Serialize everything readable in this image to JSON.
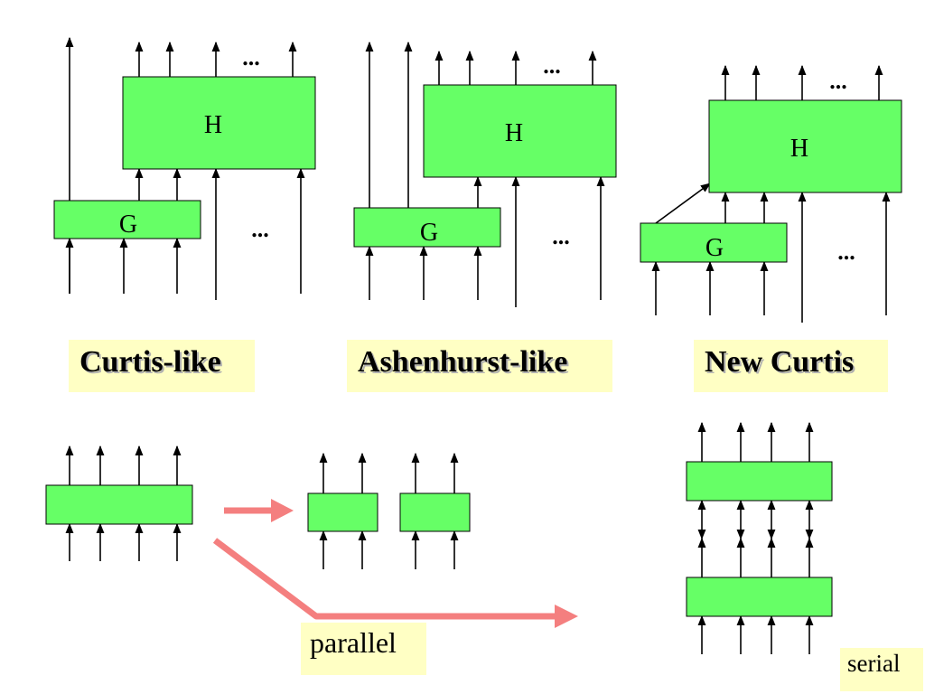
{
  "labels": {
    "h": "H",
    "g": "G",
    "ellipsis": "..."
  },
  "captions": {
    "curtis_like": "Curtis-like",
    "ashenhurst_like": "Ashenhurst-like",
    "new_curtis": "New Curtis",
    "parallel": "parallel",
    "serial": "serial"
  },
  "colors": {
    "box_fill": "#66ff66",
    "caption_background": "#ffffc4",
    "arrow": "#f47f7f"
  }
}
